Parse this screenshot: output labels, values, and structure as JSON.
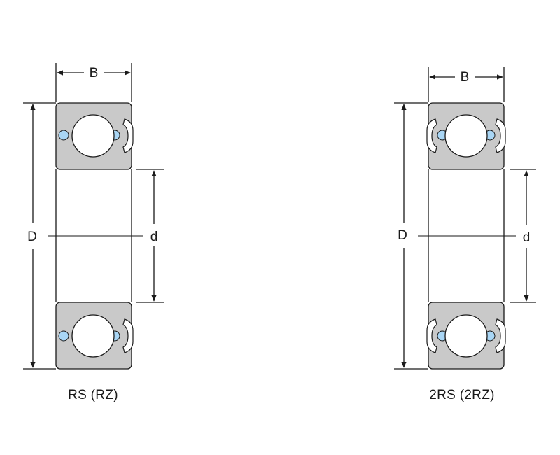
{
  "labels": {
    "width": "B",
    "outer_diameter": "D",
    "inner_diameter": "d"
  },
  "captions": {
    "left": "RS (RZ)",
    "right": "2RS (2RZ)"
  },
  "colors": {
    "ring_fill": "#c9c9c9",
    "ball_fill": "#ffffff",
    "seal_fill": "#ffffff",
    "cage_fill": "#a9d6f5",
    "line": "#1a1a1a"
  }
}
